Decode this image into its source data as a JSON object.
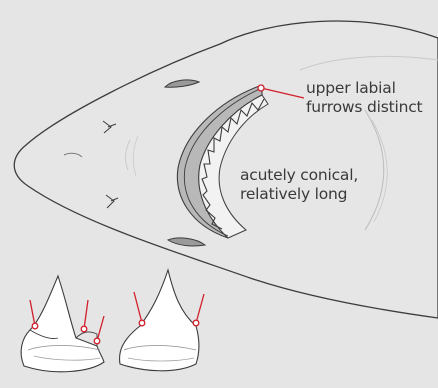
{
  "annotations": {
    "labial_furrows": [
      "upper labial",
      "furrows distinct"
    ],
    "snout": [
      "acutely conical,",
      "relatively long"
    ]
  },
  "colors": {
    "background": "#e5e5e5",
    "outline": "#3c3c3c",
    "body_fill": "#e6e6e6",
    "tooth_fill": "#ffffff",
    "callout_red": "#d11f2a",
    "text": "#3a3a3a"
  }
}
